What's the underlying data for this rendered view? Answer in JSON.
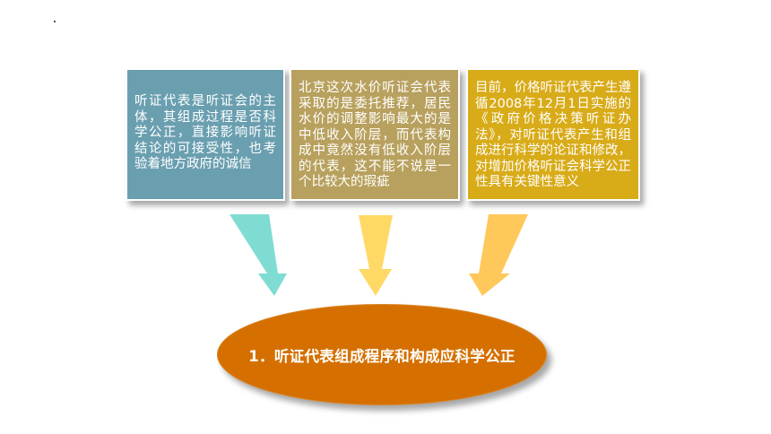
{
  "boxes": [
    {
      "text": "听证代表是听证会的主体，其组成过程是否科学公正，直接影响听证结论的可接受性，也考验着地方政府的诚信",
      "color": "#6a9fb0"
    },
    {
      "text": "北京这次水价听证会代表采取的是委托推荐，居民水价的调整影响最大的是中低收入阶层，而代表构成中竟然没有低收入阶层的代表，这不能不说是一个比较大的瑕疵",
      "color": "#b8a15e"
    },
    {
      "text": "目前，价格听证代表产生遵循2008年12月1日实施的《政府价格决策听证办法》，对听证代表产生和组成进行科学的论证和修改，对增加价格听证会科学公正性具有关键性意义",
      "color": "#d8ab18"
    }
  ],
  "arrows": [
    {
      "color": "#7fdcd3",
      "icon": "arrow-down"
    },
    {
      "color": "#ffd966",
      "icon": "arrow-down"
    },
    {
      "color": "#ffc85a",
      "icon": "arrow-down"
    }
  ],
  "conclusion": {
    "text": "1．听证代表组成程序和构成应科学公正",
    "color": "#d57000"
  }
}
